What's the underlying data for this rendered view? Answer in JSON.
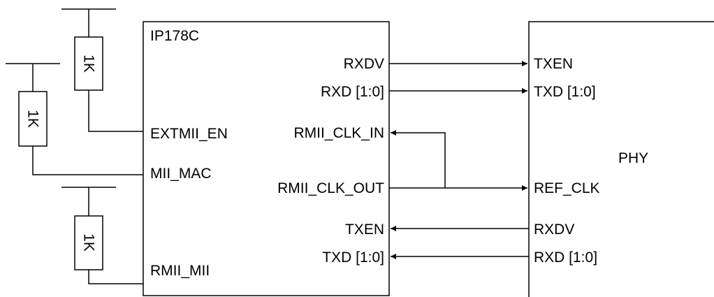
{
  "chip": {
    "name": "IP178C",
    "outputs": [
      "RXDV",
      "RXD [1:0]"
    ],
    "clk_in": "RMII_CLK_IN",
    "clk_out": "RMII_CLK_OUT",
    "inputs": [
      "TXEN",
      "TXD [1:0]"
    ],
    "config_pins": [
      "EXTMII_EN",
      "MII_MAC",
      "RMII_MII"
    ]
  },
  "phy": {
    "name": "PHY",
    "inputs": [
      "TXEN",
      "TXD [1:0]"
    ],
    "ref_clk": "REF_CLK",
    "outputs": [
      "RXDV",
      "RXD [1:0]"
    ]
  },
  "resistors": [
    "1K",
    "1K",
    "1K"
  ]
}
